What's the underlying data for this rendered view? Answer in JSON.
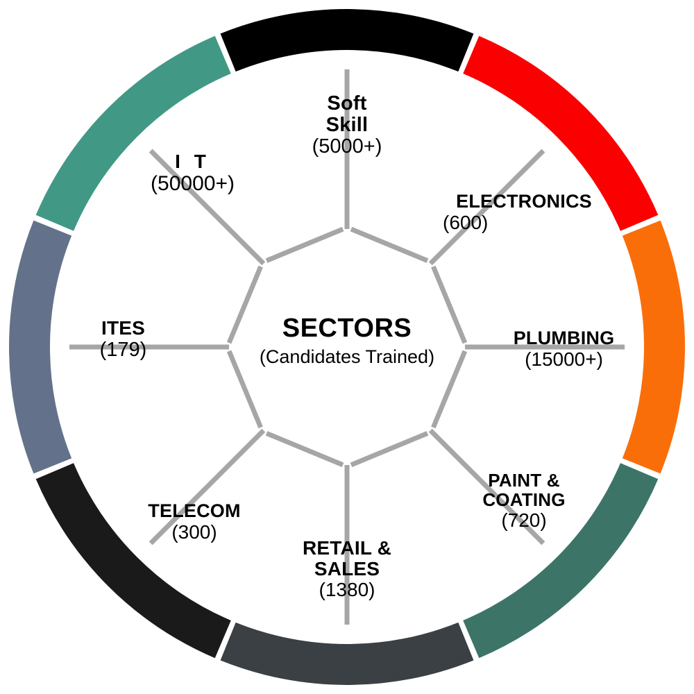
{
  "center": {
    "title": "SECTORS",
    "subtitle": "(Candidates Trained)"
  },
  "colors": {
    "divider": "#a6a6a6",
    "background": "#ffffff",
    "text": "#000000"
  },
  "chart_data": {
    "type": "pie",
    "title": "SECTORS",
    "subtitle": "(Candidates Trained)",
    "xlabel": "",
    "ylabel": "Candidates Trained",
    "legend_position": "none",
    "grid": false,
    "note": "Radial 8-segment wheel; each segment has an equal angular span of 45 degrees with a colored outer arc. Values are candidates trained per sector.",
    "categories": [
      "Soft Skill",
      "ELECTRONICS",
      "PLUMBING",
      "PAINT & COATING",
      "RETAIL & SALES",
      "TELECOM",
      "ITES",
      "I T"
    ],
    "values": [
      5000,
      600,
      15000,
      720,
      1380,
      300,
      179,
      50000
    ],
    "value_labels": [
      "(5000+)",
      "(600)",
      "(15000+)",
      "(720)",
      "(1380)",
      "(300)",
      "(179)",
      "(50000+)"
    ],
    "slice_colors": [
      "#000000",
      "#fa0000",
      "#fa6e0a",
      "#3d7468",
      "#3a4044",
      "#1a1a1a",
      "#63728a",
      "#419985"
    ]
  },
  "sectors": [
    {
      "id": "soft-skill",
      "name": "Soft Skill",
      "name_line1": "Soft",
      "name_line2": "Skill",
      "count": "(5000+)",
      "value": 5000,
      "color": "#000000",
      "arc_start_deg": -112,
      "arc_end_deg": -68
    },
    {
      "id": "electronics",
      "name": "ELECTRONICS",
      "name_line1": "ELECTRONICS",
      "name_line2": "",
      "count": "(600)",
      "value": 600,
      "color": "#fa0000",
      "arc_start_deg": -67,
      "arc_end_deg": -23
    },
    {
      "id": "plumbing",
      "name": "PLUMBING",
      "name_line1": "PLUMBING",
      "name_line2": "",
      "count": "(15000+)",
      "value": 15000,
      "color": "#fa6e0a",
      "arc_start_deg": -22,
      "arc_end_deg": 22
    },
    {
      "id": "paint-coating",
      "name": "PAINT & COATING",
      "name_line1": "PAINT &",
      "name_line2": "COATING",
      "count": "(720)",
      "value": 720,
      "color": "#3d7468",
      "arc_start_deg": 23,
      "arc_end_deg": 67
    },
    {
      "id": "retail-sales",
      "name": "RETAIL & SALES",
      "name_line1": "RETAIL &",
      "name_line2": "SALES",
      "count": "(1380)",
      "value": 1380,
      "color": "#3a4044",
      "arc_start_deg": 68,
      "arc_end_deg": 112
    },
    {
      "id": "telecom",
      "name": "TELECOM",
      "name_line1": "TELECOM",
      "name_line2": "",
      "count": "(300)",
      "value": 300,
      "color": "#1a1a1a",
      "arc_start_deg": 113,
      "arc_end_deg": 157
    },
    {
      "id": "ites",
      "name": "ITES",
      "name_line1": "ITES",
      "name_line2": "",
      "count": "(179)",
      "value": 179,
      "color": "#63728a",
      "arc_start_deg": 158,
      "arc_end_deg": 202
    },
    {
      "id": "it",
      "name": "I T",
      "name_line1": "I T",
      "name_line2": "",
      "count": "(50000+)",
      "value": 50000,
      "color": "#419985",
      "arc_start_deg": 203,
      "arc_end_deg": 247
    }
  ]
}
